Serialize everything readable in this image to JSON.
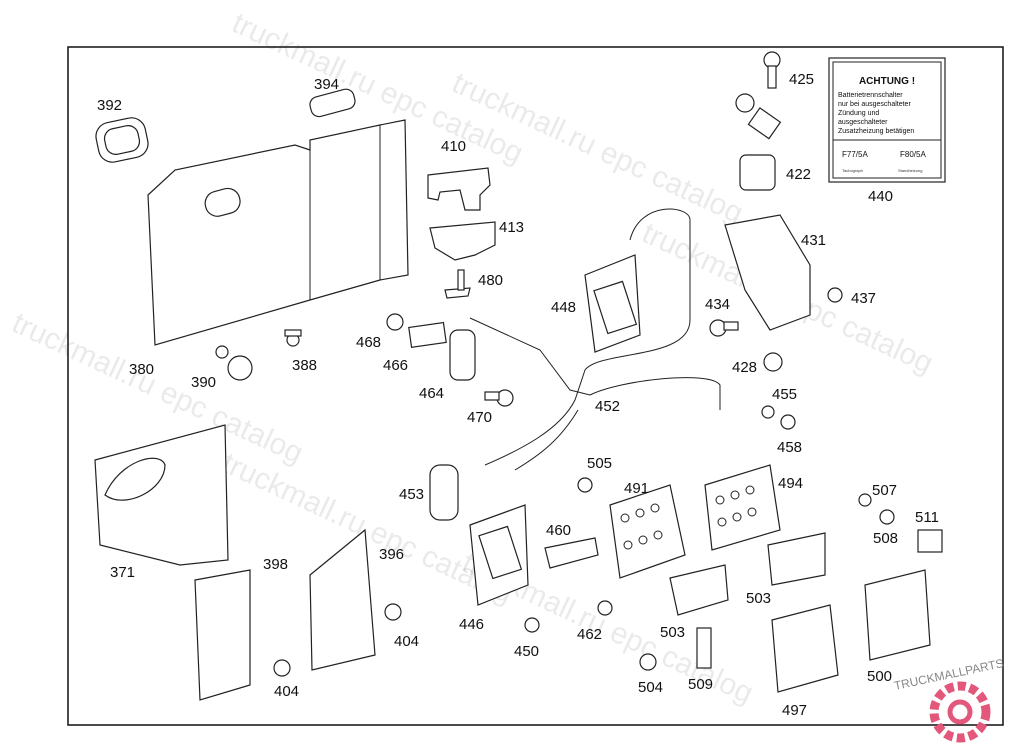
{
  "diagram": {
    "part_labels": [
      "392",
      "394",
      "380",
      "390",
      "388",
      "410",
      "413",
      "480",
      "468",
      "466",
      "464",
      "470",
      "448",
      "452",
      "425",
      "422",
      "440",
      "431",
      "434",
      "437",
      "428",
      "455",
      "458",
      "453",
      "505",
      "491",
      "494",
      "507",
      "508",
      "511",
      "371",
      "398",
      "396",
      "460",
      "446",
      "450",
      "462",
      "503",
      "503",
      "404",
      "404",
      "504",
      "509",
      "497",
      "500"
    ],
    "warning_label": {
      "title": "ACHTUNG !",
      "lines": [
        "Batterietrennschalter",
        "nur bei ausgeschalteter",
        "Zündung und",
        "ausgeschalteter",
        "Zusatzheizung betätigen"
      ],
      "fuse_left": "F77/5A",
      "fuse_right": "F80/5A",
      "caption_left": "Tachograph",
      "caption_right": "Standheizung"
    },
    "watermarks": [
      "truckmall.ru epc catalog",
      "truckmall.ru epc catalog",
      "truckmall.ru epc catalog",
      "truckmall.ru epc catalog",
      "truckmall.ru epc catalog",
      "truckmall.ru epc catalog"
    ],
    "logo": {
      "text": "TRUCKMALLPARTS",
      "color": "#e2577a"
    }
  }
}
